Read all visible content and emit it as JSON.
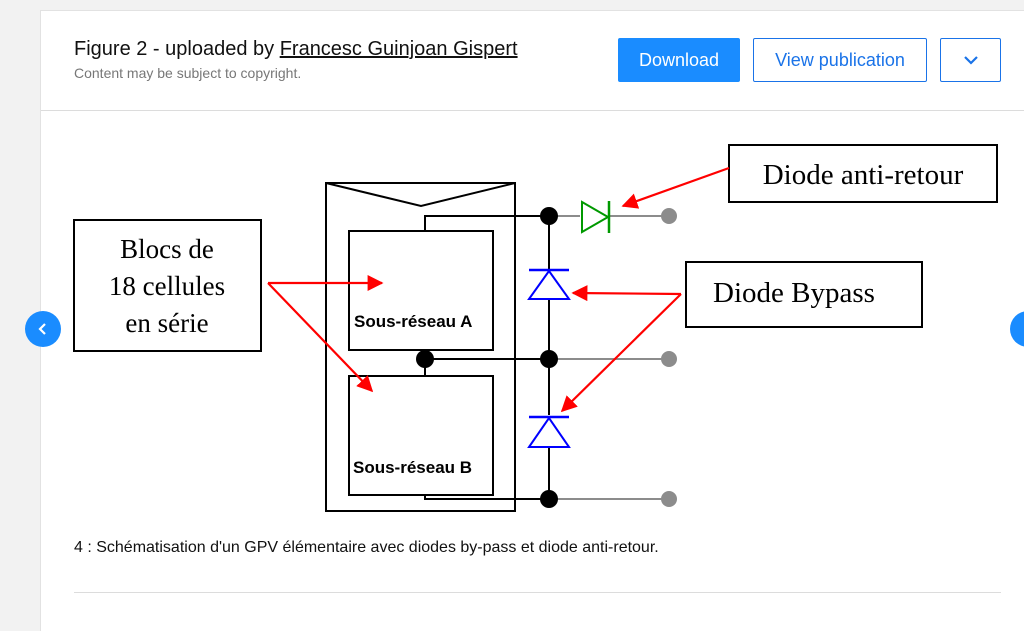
{
  "header": {
    "title_prefix": "Figure 2 - uploaded by ",
    "author": "Francesc Guinjoan Gispert",
    "subtitle": "Content may be subject to copyright.",
    "download_label": "Download",
    "view_label": "View publication",
    "more_icon": "chevron-down-icon"
  },
  "figure": {
    "label_blocs_line1": "Blocs de",
    "label_blocs_line2": "18 cellules",
    "label_blocs_line3": "en série",
    "label_sous_reseau_a": "Sous-réseau A",
    "label_sous_reseau_b": "Sous-réseau B",
    "label_anti_retour": "Diode anti-retour",
    "label_bypass": "Diode Bypass",
    "colors": {
      "arrow": "#ff0000",
      "bypass_diode": "#0000ff",
      "anti_retour_diode": "#009900",
      "terminal": "#8c8c8c"
    }
  },
  "caption": "4 : Schématisation d'un GPV élémentaire avec diodes by-pass et diode anti-retour.",
  "nav": {
    "prev_icon": "chevron-left-icon",
    "next_icon": "chevron-right-icon"
  }
}
